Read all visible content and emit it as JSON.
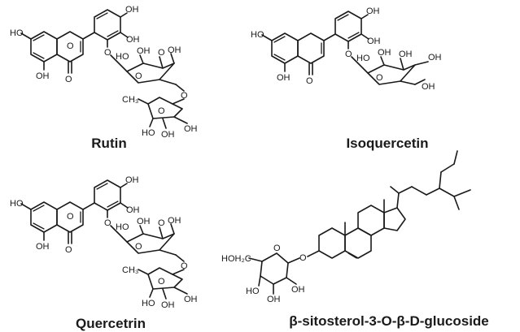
{
  "compounds": [
    {
      "name": "Rutin"
    },
    {
      "name": "Isoquercetin"
    },
    {
      "name": "Quercetrin"
    },
    {
      "name": "β-sitosterol-3-O-β-D-glucoside"
    }
  ],
  "atoms": {
    "oh": "OH",
    "ho": "HO",
    "o": "O",
    "ch3": "CH₃",
    "hoh2c": "HOH₂C"
  }
}
